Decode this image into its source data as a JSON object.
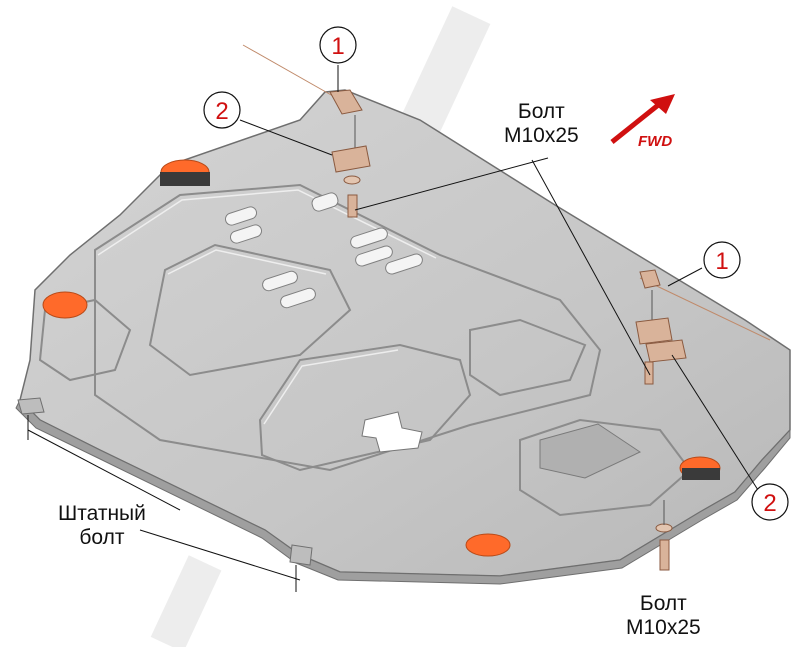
{
  "diagram": {
    "callouts": [
      "1",
      "2",
      "1",
      "2"
    ],
    "bolt_label_top": {
      "line1": "Болт",
      "line2": "M10x25"
    },
    "bolt_label_bottom": {
      "line1": "Болт",
      "line2": "M10x25"
    },
    "stock_bolt_label": {
      "line1": "Штатный",
      "line2": "болт"
    },
    "direction": "FWD",
    "colors": {
      "plate": "#c9c9c9",
      "plate_edge": "#7a7a7a",
      "callout": "#d01010",
      "pad": "#ff6a2a",
      "bracket": "#d9b39a"
    }
  }
}
